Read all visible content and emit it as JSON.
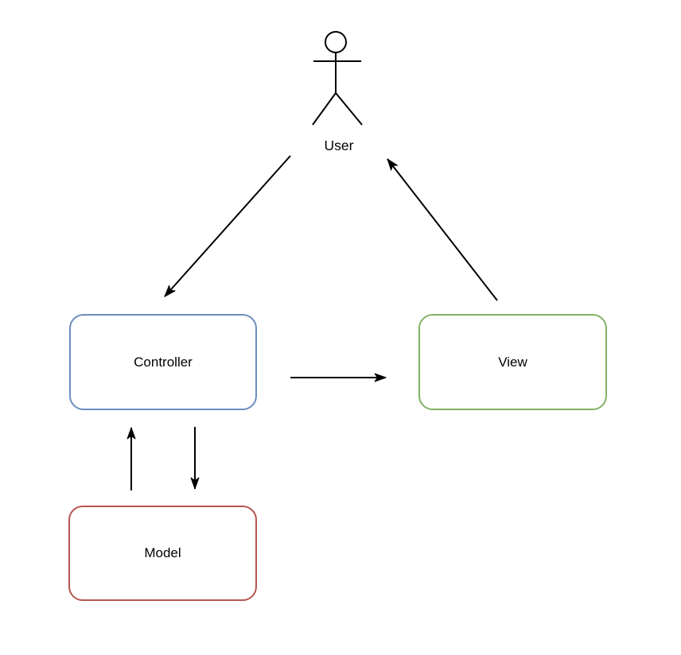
{
  "diagram": {
    "type": "flow-diagram",
    "background": "#ffffff",
    "line_color": "#000000",
    "text_color": "#000000"
  },
  "nodes": {
    "user": {
      "label": "User",
      "shape": "actor-stick-figure"
    },
    "controller": {
      "label": "Controller",
      "shape": "rounded-rectangle",
      "border_color": "#6c8ebf",
      "fill_color": "#ffffff"
    },
    "view": {
      "label": "View",
      "shape": "rounded-rectangle",
      "border_color": "#82b366",
      "fill_color": "#ffffff"
    },
    "model": {
      "label": "Model",
      "shape": "rounded-rectangle",
      "border_color": "#b85450",
      "fill_color": "#ffffff"
    }
  },
  "edges": [
    {
      "from": "User",
      "to": "Controller",
      "style": "solid-arrow",
      "direction": "diagonal-down-left"
    },
    {
      "from": "View",
      "to": "User",
      "style": "solid-arrow",
      "direction": "diagonal-up-left"
    },
    {
      "from": "Controller",
      "to": "View",
      "style": "solid-arrow",
      "direction": "horizontal-right"
    },
    {
      "from": "Model",
      "to": "Controller",
      "style": "solid-arrow",
      "direction": "vertical-up"
    },
    {
      "from": "Controller",
      "to": "Model",
      "style": "solid-arrow",
      "direction": "vertical-down"
    }
  ]
}
